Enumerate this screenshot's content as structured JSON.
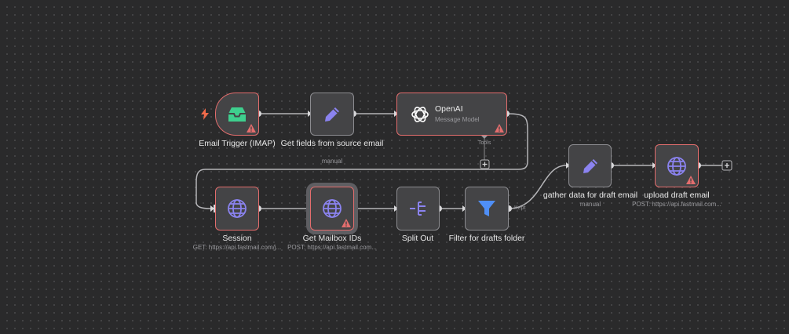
{
  "nodes": {
    "email_trigger": {
      "label": "Email Trigger (IMAP)",
      "icon": "inbox-icon",
      "color": "#3ecf8e"
    },
    "get_fields": {
      "label": "Get fields from source email",
      "sub": "manual",
      "icon": "pencil-icon"
    },
    "openai": {
      "label": "OpenAI",
      "sub": "Message Model",
      "icon": "openai-logo-icon",
      "port": "Tools"
    },
    "session": {
      "label": "Session",
      "sub": "GET: https://api.fastmail.com/j...",
      "icon": "globe-icon"
    },
    "get_mailbox": {
      "label": "Get Mailbox IDs",
      "sub": "POST: https://api.fastmail.com...",
      "icon": "globe-icon"
    },
    "split_out": {
      "label": "Split Out",
      "icon": "split-icon"
    },
    "filter": {
      "label": "Filter for drafts folder",
      "icon": "filter-icon",
      "output": "Kept"
    },
    "gather": {
      "label": "gather data for draft email",
      "sub": "manual",
      "icon": "pencil-icon"
    },
    "upload": {
      "label": "upload draft email",
      "sub": "POST: https://api.fastmail.com...",
      "icon": "globe-icon"
    }
  },
  "colors": {
    "node_icon": "#8b83f0",
    "filter_icon": "#4f8ff7",
    "error": "#e36d6d",
    "trigger": "#f06a4a"
  }
}
